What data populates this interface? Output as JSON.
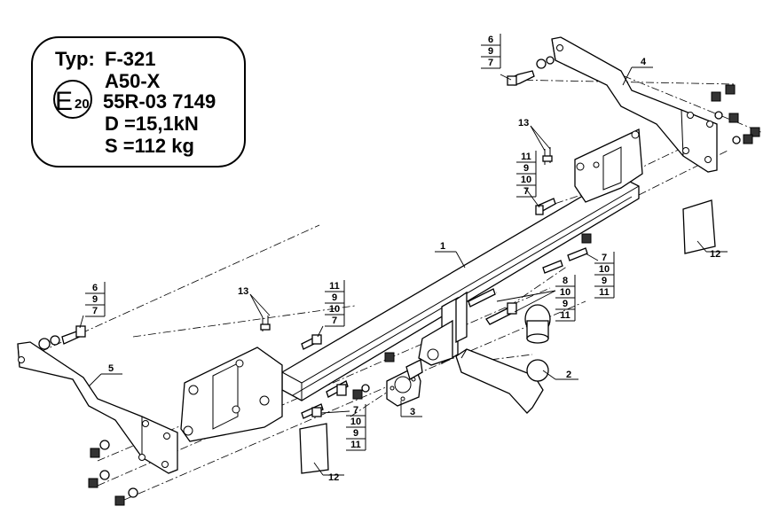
{
  "spec": {
    "type_label": "Typ:",
    "type_value": "F-321",
    "class": "A50-X",
    "approval_mark": "E",
    "approval_country": "20",
    "approval_number": "55R-03 7149",
    "d_value": "D =15,1kN",
    "s_value": "S =112 kg"
  },
  "labels": {
    "p1": "1",
    "p2": "2",
    "p3": "3",
    "p4": "4",
    "p5": "5",
    "p12a": "12",
    "p12b": "12",
    "p13a": "13",
    "p13b": "13"
  },
  "stacks": {
    "top_left_bolt": [
      "6",
      "9",
      "7"
    ],
    "bottom_left_bolt": [
      "6",
      "9",
      "7"
    ],
    "top_center": [
      "11",
      "9",
      "10",
      "7"
    ],
    "mid_left": [
      "11",
      "9",
      "10",
      "7"
    ],
    "right_upper": [
      "7",
      "10",
      "9",
      "11"
    ],
    "right_lower": [
      "8",
      "10",
      "9",
      "11"
    ],
    "bottom_center": [
      "7",
      "10",
      "9",
      "11"
    ]
  }
}
